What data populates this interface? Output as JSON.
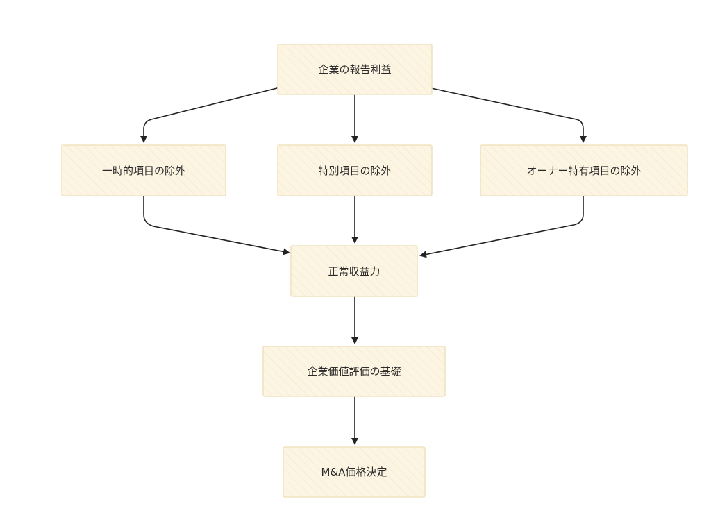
{
  "nodes": {
    "reported_profit": "企業の報告利益",
    "exclude_one_time": "一時的項目の除外",
    "exclude_special": "特別項目の除外",
    "exclude_owner_specific": "オーナー特有項目の除外",
    "normalized_earnings": "正常収益力",
    "valuation_basis": "企業価値評価の基礎",
    "ma_price": "M&A価格決定"
  },
  "edges": [
    {
      "from": "reported_profit",
      "to": "exclude_one_time"
    },
    {
      "from": "reported_profit",
      "to": "exclude_special"
    },
    {
      "from": "reported_profit",
      "to": "exclude_owner_specific"
    },
    {
      "from": "exclude_one_time",
      "to": "normalized_earnings"
    },
    {
      "from": "exclude_special",
      "to": "normalized_earnings"
    },
    {
      "from": "exclude_owner_specific",
      "to": "normalized_earnings"
    },
    {
      "from": "normalized_earnings",
      "to": "valuation_basis"
    },
    {
      "from": "valuation_basis",
      "to": "ma_price"
    }
  ],
  "colors": {
    "node_fill": "#fdf5e3",
    "node_hatch": "#f5e6c4",
    "node_border": "#f1e3bf",
    "edge": "#222222",
    "text": "#2b2b2b"
  }
}
